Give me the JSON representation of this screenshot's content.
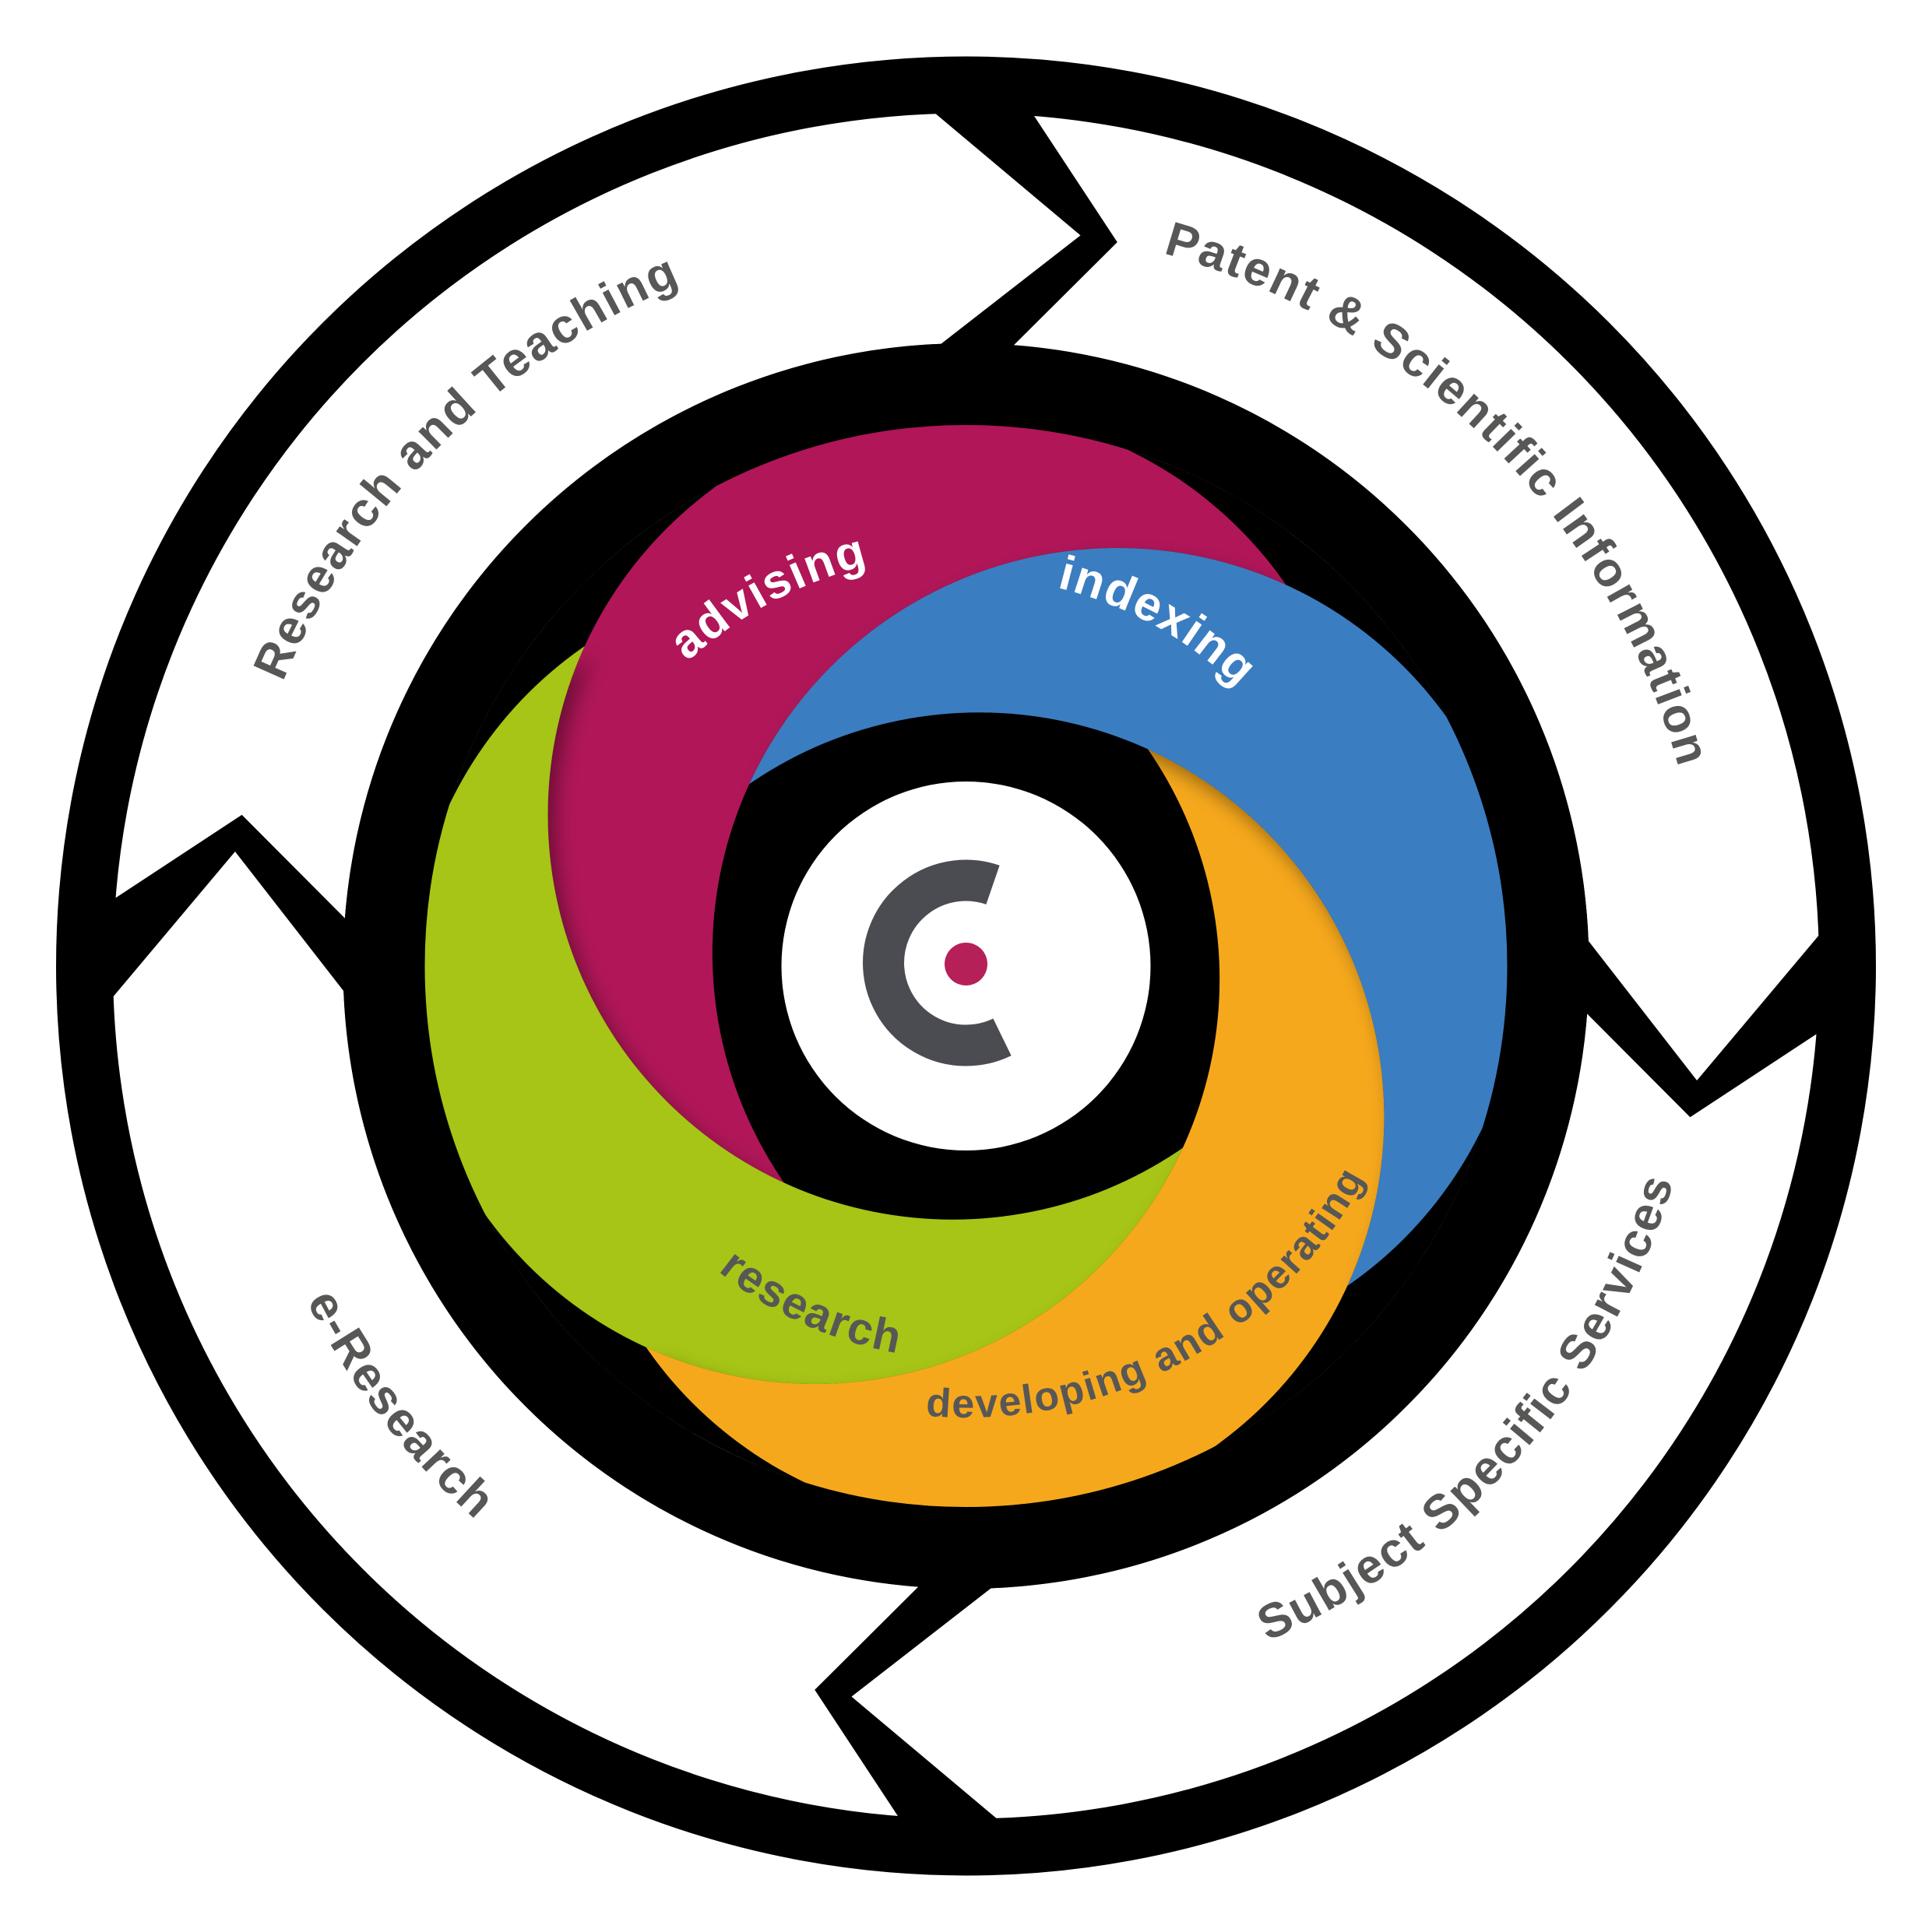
{
  "diagram": {
    "outer_ring": {
      "band_color": "#ffffff",
      "border_color": "#000000",
      "label_color": "#575756",
      "segments": [
        {
          "id": "research-and-teaching",
          "label": "Research and Teaching",
          "position": "top-left",
          "arrow_direction": "clockwise-up-to-right"
        },
        {
          "id": "patent-scientific-information",
          "label": "Patent & Scientific Information",
          "position": "top-right",
          "arrow_direction": "clockwise-down"
        },
        {
          "id": "subject-specific-services",
          "label": "Subject Specific Services",
          "position": "bottom-right",
          "arrow_direction": "clockwise-left"
        },
        {
          "id": "e-research",
          "label": "e-Research",
          "position": "bottom-left",
          "arrow_direction": "clockwise-up"
        }
      ]
    },
    "swirl": {
      "arms": [
        {
          "id": "indexing",
          "label": "indexing",
          "color": "#3b7dc1",
          "label_color": "#ffffff",
          "position": "top"
        },
        {
          "id": "developing-and-operating",
          "label": "developing and operating",
          "color": "#f6a81b",
          "label_color": "#575756",
          "position": "right-bottom"
        },
        {
          "id": "research",
          "label": "research",
          "color": "#a6c519",
          "label_color": "#575756",
          "position": "bottom-left"
        },
        {
          "id": "advising",
          "label": "advising",
          "color": "#b01759",
          "label_color": "#ffffff",
          "position": "left"
        }
      ]
    },
    "center_logo": {
      "arc_color": "#4b4b52",
      "dot_color": "#b62058",
      "background": "#ffffff",
      "ring_color": "#000000"
    }
  }
}
